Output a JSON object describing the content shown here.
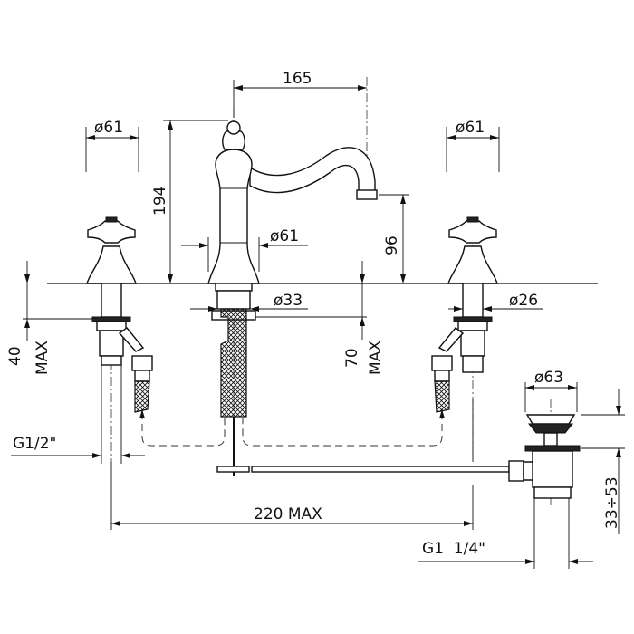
{
  "drawing": {
    "dimensions": {
      "spout_reach": "165",
      "left_handle_diameter": "ø61",
      "right_handle_diameter": "ø61",
      "spout_base_diameter": "ø61",
      "total_height": "194",
      "spout_height": "96",
      "spout_shank_diameter": "ø33",
      "handle_shank_diameter": "ø26",
      "left_deck_thickness": "40",
      "left_deck_thickness_suffix": "MAX",
      "center_deck_thickness": "70",
      "center_deck_thickness_suffix": "MAX",
      "inlet_thread": "G1/2\"",
      "waste_diameter": "ø63",
      "waste_range": "33÷53",
      "spread": "220 MAX",
      "waste_thread": "G1  1/4\""
    }
  }
}
